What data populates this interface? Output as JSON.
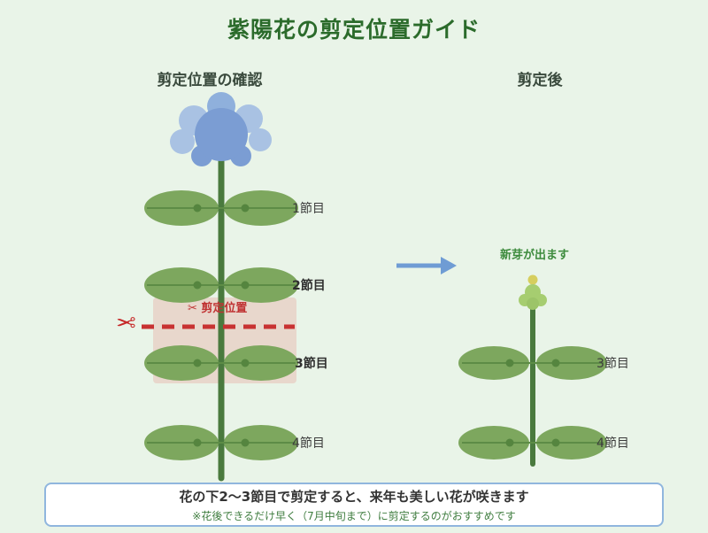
{
  "page": {
    "title": "紫陽花の剪定位置ガイド"
  },
  "left_panel": {
    "heading": "剪定位置の確認",
    "node_labels": [
      "1節目",
      "2節目",
      "3節目",
      "4節目"
    ],
    "cut_label": "✂ 剪定位置"
  },
  "right_panel": {
    "heading": "剪定後",
    "new_bud_label": "新芽が出ます",
    "node_labels": [
      "3節目",
      "4節目"
    ]
  },
  "footer": {
    "line1": "花の下2〜3節目で剪定すると、来年も美しい花が咲きます",
    "line2": "※花後できるだけ早く（7月中旬まで）に剪定するのがおすすめです"
  },
  "icons": {
    "scissors": "✂"
  },
  "colors": {
    "background": "#e9f4e8",
    "title": "#2b6b2b",
    "stem": "#4a7a3e",
    "leaf": "#7da75e",
    "flower_dark": "#7b9dd3",
    "flower_light": "#a9c2e3",
    "cut_red": "#c83232",
    "arrow_blue": "#6f9cd4",
    "bud_green": "#a6cd70",
    "footer_border": "#90b6de"
  }
}
